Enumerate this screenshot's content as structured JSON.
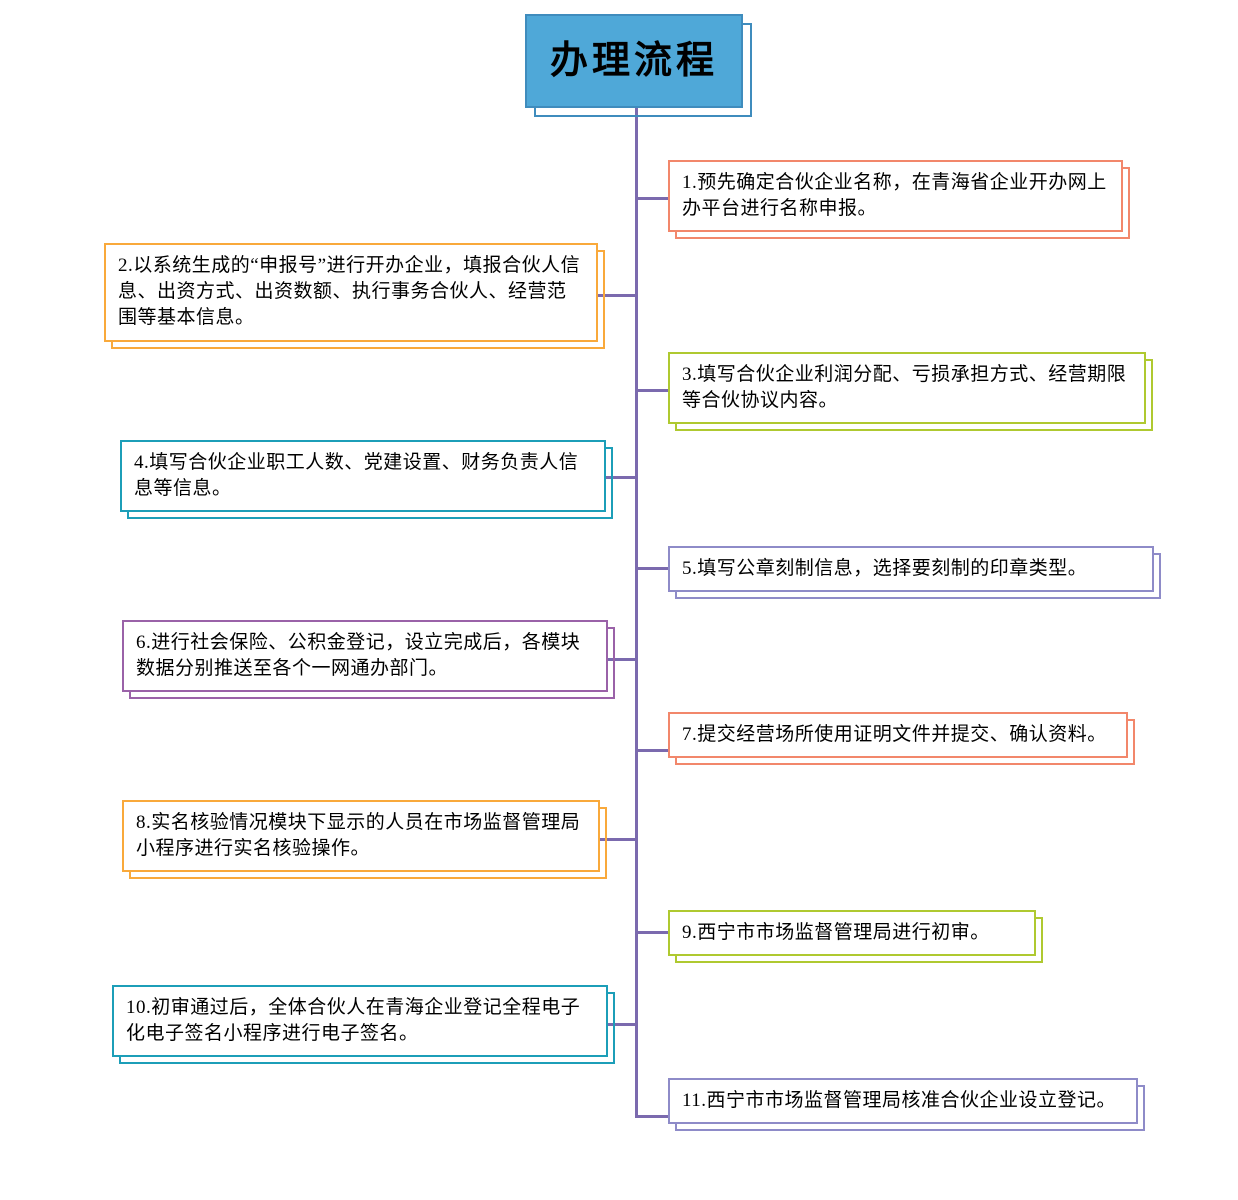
{
  "title": "办理流程",
  "colors": {
    "spine": "#7b6aae",
    "title_fill": "#4fa8d8",
    "title_border": "#3f8cbd"
  },
  "steps": [
    {
      "text": "1.预先确定合伙企业名称，在青海省企业开办网上办平台进行名称申报。",
      "side": "right",
      "color": "#f2876b"
    },
    {
      "text": "2.以系统生成的“申报号”进行开办企业，填报合伙人信息、出资方式、出资数额、执行事务合伙人、经营范围等基本信息。",
      "side": "left",
      "color": "#f9a93b"
    },
    {
      "text": "3.填写合伙企业利润分配、亏损承担方式、经营期限等合伙协议内容。",
      "side": "right",
      "color": "#afc930"
    },
    {
      "text": "4.填写合伙企业职工人数、党建设置、财务负责人信息等信息。",
      "side": "left",
      "color": "#1c9eb8"
    },
    {
      "text": "5.填写公章刻制信息，选择要刻制的印章类型。",
      "side": "right",
      "color": "#8e8bc8"
    },
    {
      "text": "6.进行社会保险、公积金登记，设立完成后，各模块数据分别推送至各个一网通办部门。",
      "side": "left",
      "color": "#9a62a8"
    },
    {
      "text": "7.提交经营场所使用证明文件并提交、确认资料。",
      "side": "right",
      "color": "#f2876b"
    },
    {
      "text": "8.实名核验情况模块下显示的人员在市场监督管理局小程序进行实名核验操作。",
      "side": "left",
      "color": "#f9a93b"
    },
    {
      "text": "9.西宁市市场监督管理局进行初审。",
      "side": "right",
      "color": "#afc930"
    },
    {
      "text": "10.初审通过后，全体合伙人在青海企业登记全程电子化电子签名小程序进行电子签名。",
      "side": "left",
      "color": "#1c9eb8"
    },
    {
      "text": "11.西宁市市场监督管理局核准合伙企业设立登记。",
      "side": "right",
      "color": "#8e8bc8"
    }
  ]
}
